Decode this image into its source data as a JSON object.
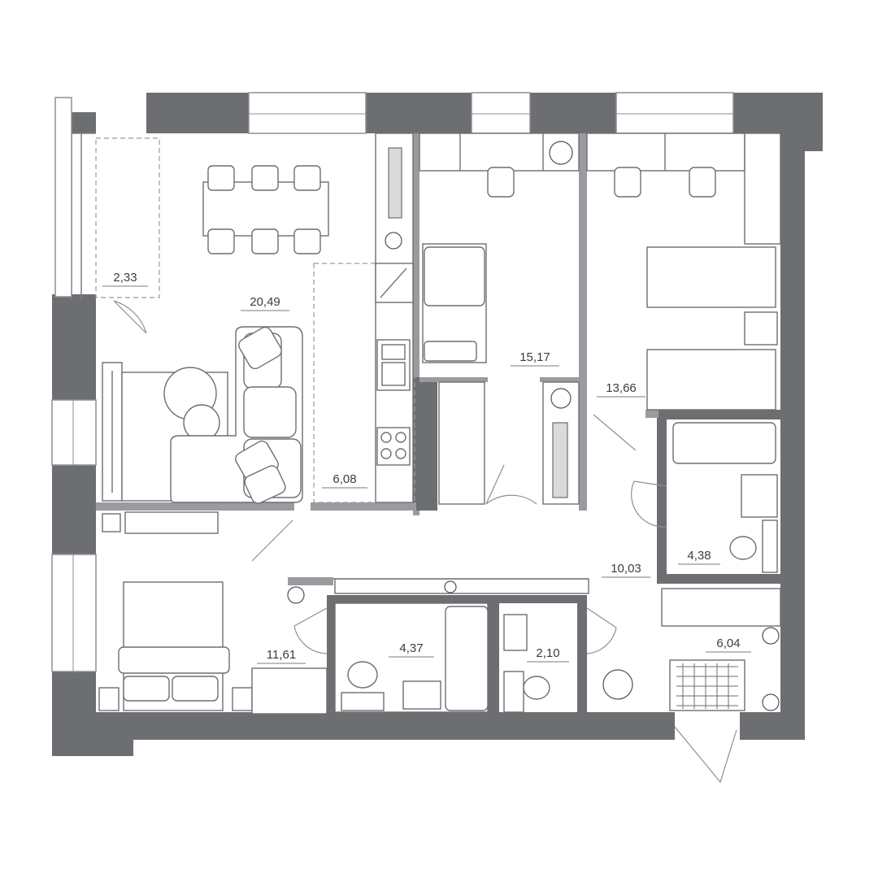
{
  "plan": {
    "rooms": [
      {
        "id": "balcony",
        "area": "2,33"
      },
      {
        "id": "living-room",
        "area": "20,49"
      },
      {
        "id": "kitchen",
        "area": "6,08"
      },
      {
        "id": "bedroom-center",
        "area": "15,17"
      },
      {
        "id": "bedroom-right",
        "area": "13,66"
      },
      {
        "id": "bathroom-right",
        "area": "4,38"
      },
      {
        "id": "hallway",
        "area": "10,03"
      },
      {
        "id": "bedroom-master",
        "area": "11,61"
      },
      {
        "id": "bathroom-center",
        "area": "4,37"
      },
      {
        "id": "toilet",
        "area": "2,10"
      },
      {
        "id": "entrance",
        "area": "6,04"
      }
    ],
    "colors": {
      "wall": "#6d6e71",
      "line": "#7a7b7e",
      "text": "#3b3c3e",
      "background": "#ffffff"
    }
  }
}
